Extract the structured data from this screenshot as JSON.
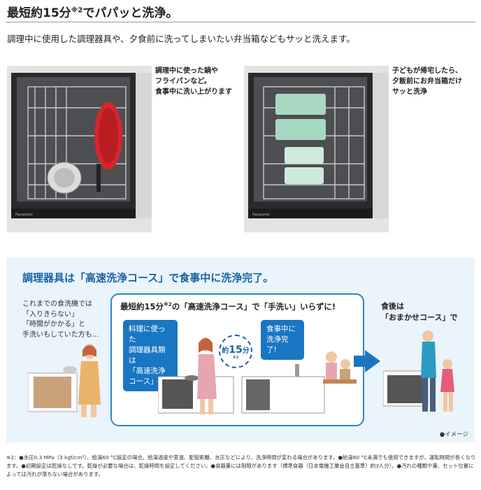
{
  "heading": {
    "text": "最短約15分",
    "sup": "※2",
    "suffix": "でパパッと洗浄。"
  },
  "lead": "調理中に使用した調理器具や、夕食前に洗ってしまいたい弁当箱などもサッと洗えます。",
  "photos": [
    {
      "caption": "調理中に使った鍋や\nフライパンなど。\n食事中に洗い上がります",
      "brand": "Panasonic"
    },
    {
      "caption": "子どもが帰宅したら、\n夕飯前にお弁当箱だけ\nサッと洗浄",
      "brand": "Panasonic"
    }
  ],
  "panel": {
    "title": "調理器具は「高速洗浄コース」で食事中に洗浄完了。",
    "left_note": "これまでの食洗機では\n「入りきらない」\n「時間がかかる」と\n手洗いもしていた方も…",
    "box_title": "最短約15分",
    "box_title_sup": "※2",
    "box_title_rest": "の「高速洗浄コース」で「手洗い」いらずに!",
    "bubble1": "料理に使った\n調理器具類は\n「高速洗浄\nコース」で",
    "bubble2": "食事中に\n洗浄完了!",
    "clock_prefix": "約",
    "clock_num": "15",
    "clock_unit": "分",
    "clock_note": "※2",
    "after_note": "食後は\n「おまかせコース」で",
    "image_note": "●イメージ"
  },
  "footnote": "※2：●水圧0.3 MPa（3 kgf/cm²）、給湯60 °C設定の場合。給湯温度や室温、配管距離、水圧などにより、洗浄時間が変わる場合があります。●給湯60 °C未満でも使用できますが、運転時間が長くなります。●初期設定は乾燥なしです。乾燥が必要な場合は、乾燥時間を設定してください。●食器量には制限があります（標準食器（日本電機工業会自主基準）約3人分）。●汚れの種類や量、セット位置によっては汚れが落ちない場合があります。",
  "colors": {
    "accent": "#1976c3",
    "title": "#1a63a6",
    "panel_bg": "#eaf4fb",
    "pan_red": "#d5262b",
    "box_green": "#a9d8c2"
  }
}
